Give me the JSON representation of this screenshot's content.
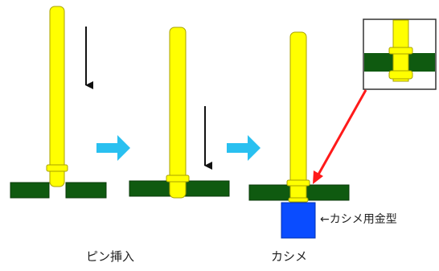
{
  "labels": {
    "pin_insertion": "ピン挿入",
    "crimping": "カシメ",
    "crimping_die": "←カシメ用金型"
  },
  "colors": {
    "pin": "#ffff00",
    "pin_outline": "#a8a200",
    "board": "#0f5a10",
    "board_outline": "#083a09",
    "step_arrow": "#29c0f0",
    "force_arrow": "#111111",
    "callout_arrow": "#ff1a1a",
    "die": "#0a4cff",
    "inset_border": "#333333"
  },
  "icons": {
    "step": "right-chevron-arrow-icon",
    "force": "down-arrow-icon",
    "callout": "diagonal-arrow-icon"
  }
}
